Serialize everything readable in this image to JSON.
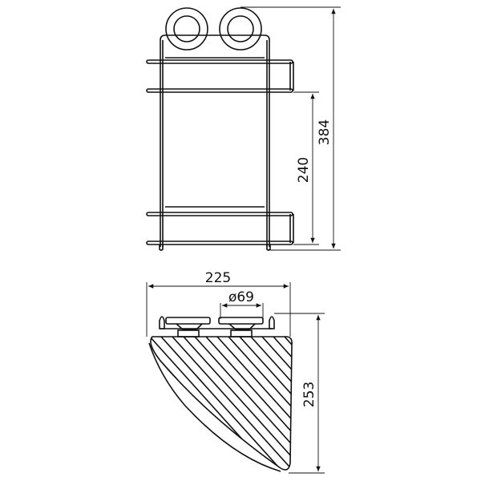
{
  "drawing": {
    "front_view": {
      "overall_height_label": "384",
      "shelf_spacing_label": "240"
    },
    "top_view": {
      "width_label": "225",
      "suction_cup_diameter_label": "ø69",
      "depth_label": "253"
    },
    "line_color": "#111111"
  }
}
